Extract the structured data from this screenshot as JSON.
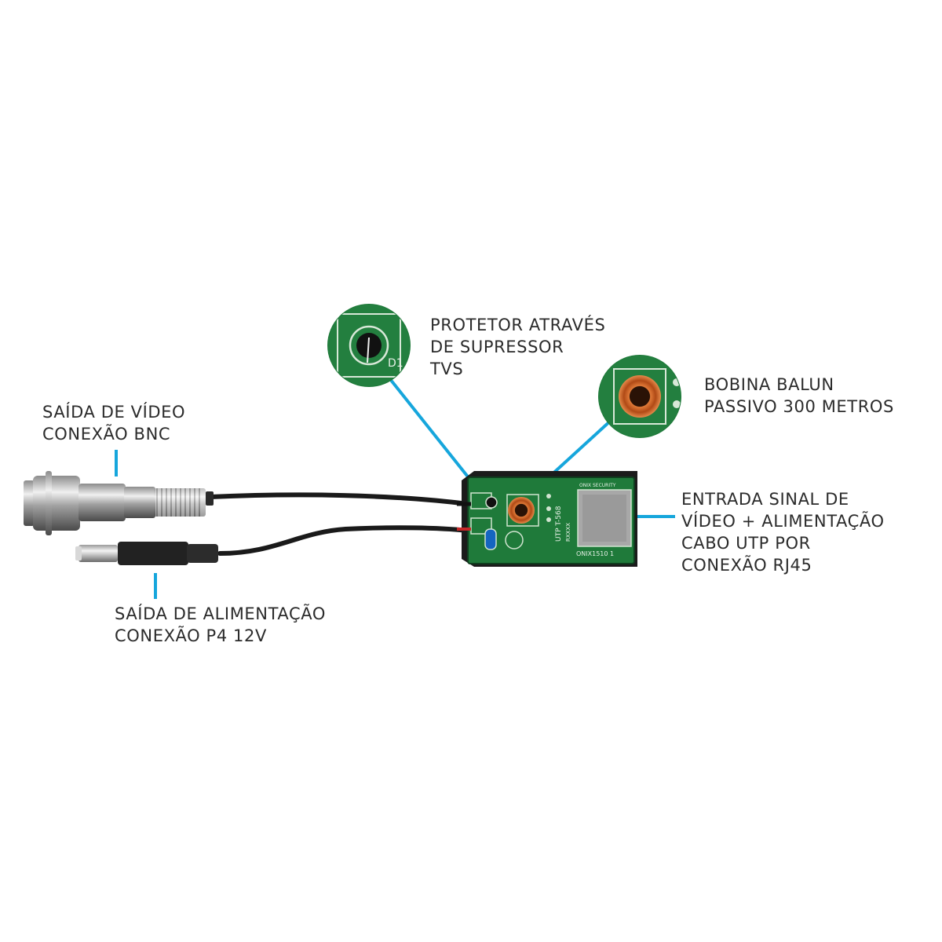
{
  "colors": {
    "background": "#ffffff",
    "accent_line": "#16a6dc",
    "text": "#2b2b2b",
    "pcb_green": "#1f7a3a",
    "enclosure": "#1b1b1b",
    "coil_copper": "#c0551f",
    "cable": "#1a1a1a",
    "metal": "#b9b9b9"
  },
  "callouts": {
    "tvs_protector": {
      "lines": [
        "PROTETOR ATRAVÉS",
        "DE SUPRESSOR",
        "TVS"
      ],
      "icon": "tvs-diode-zoom-icon",
      "zoom_label": "D1"
    },
    "balun_coil": {
      "lines": [
        "BOBINA BALUN",
        "PASSIVO 300 METROS"
      ],
      "icon": "coil-zoom-icon"
    },
    "video_output": {
      "lines": [
        "SAÍDA DE VÍDEO",
        "CONEXÃO BNC"
      ],
      "icon": "bnc-connector-icon"
    },
    "power_output": {
      "lines": [
        "SAÍDA DE ALIMENTAÇÃO",
        "CONEXÃO P4 12V"
      ],
      "icon": "p4-plug-icon"
    },
    "input": {
      "lines": [
        "ENTRADA SINAL DE",
        "VÍDEO + ALIMENTAÇÃO",
        "CABO UTP POR",
        "CONEXÃO RJ45"
      ],
      "icon": "rj45-port-icon"
    }
  },
  "board": {
    "brand": "ONIX SECURITY",
    "model": "ONIX1510 1",
    "standard": "UTP T-568",
    "silkscreen_code": "RXXXX"
  }
}
